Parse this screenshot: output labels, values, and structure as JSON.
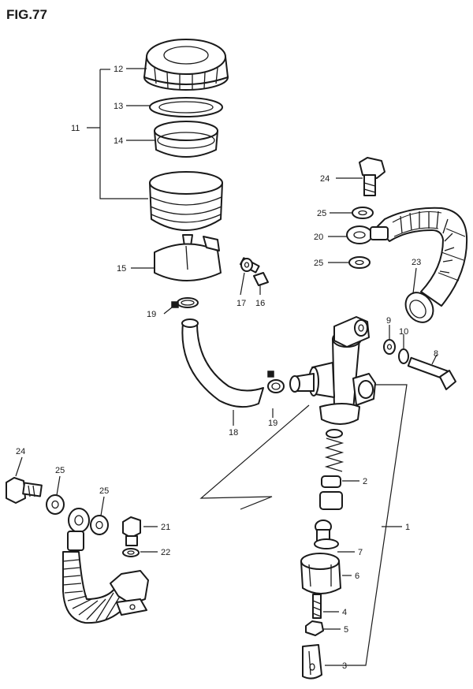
{
  "figure": {
    "title": "FIG.77"
  },
  "callouts": {
    "c1": "1",
    "c2": "2",
    "c3": "3",
    "c4": "4",
    "c5": "5",
    "c6": "6",
    "c7": "7",
    "c8": "8",
    "c9": "9",
    "c10": "10",
    "c11": "11",
    "c12": "12",
    "c13": "13",
    "c14": "14",
    "c15": "15",
    "c16": "16",
    "c17": "17",
    "c18": "18",
    "c19a": "19",
    "c19b": "19",
    "c20": "20",
    "c21": "21",
    "c22": "22",
    "c23": "23",
    "c24a": "24",
    "c24b": "24",
    "c25a": "25",
    "c25b": "25",
    "c25c": "25",
    "c25d": "25"
  },
  "colors": {
    "ink": "#1a1a1a",
    "paper": "#ffffff"
  }
}
